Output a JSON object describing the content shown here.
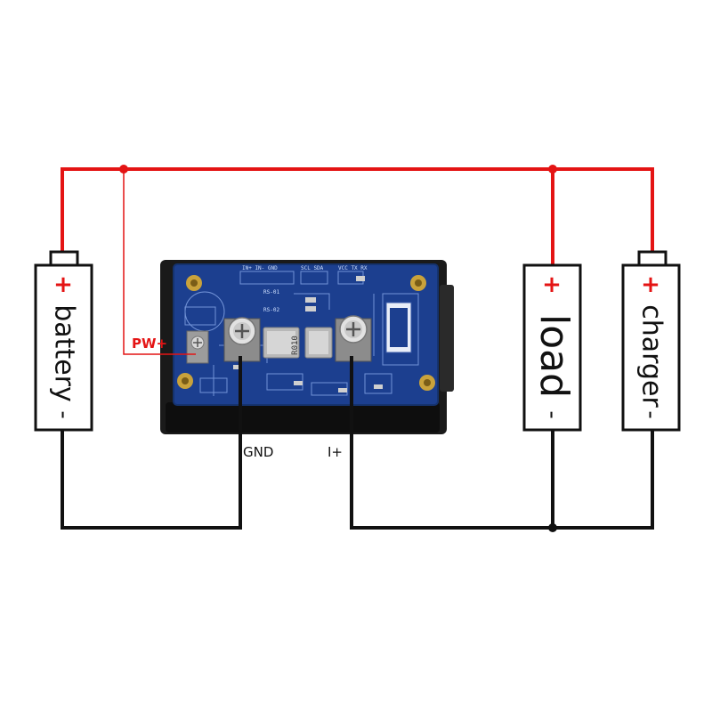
{
  "cells": {
    "battery": {
      "name": "battery",
      "plus": "+",
      "minus": "-"
    },
    "load": {
      "name": "load",
      "plus": "+",
      "minus": "-"
    },
    "charger": {
      "name": "charger",
      "plus": "+",
      "minus": "-"
    }
  },
  "labels": {
    "pw_plus": "PW+",
    "gnd": "GND",
    "i_plus": "I+"
  },
  "colors": {
    "positive_wire": "#e41414",
    "negative_wire": "#111111",
    "pcb": "#1c3f8f"
  },
  "board": {
    "shunt_marking": "R010"
  }
}
